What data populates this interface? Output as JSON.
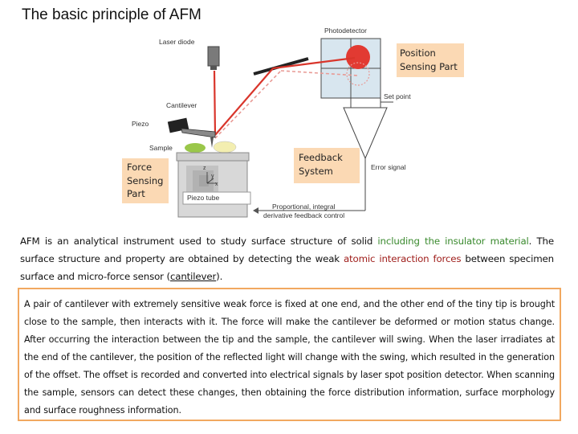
{
  "title": "The basic principle of AFM",
  "labels": {
    "position_sensing": "Position Sensing Part",
    "feedback_system": "Feedback System",
    "force_sensing": "Force Sensing Part"
  },
  "diagram_labels": {
    "photodetector": "Photodetector",
    "laser_diode": "Laser diode",
    "set_point": "Set point",
    "cantilever": "Cantilever",
    "piezo": "Piezo",
    "sample": "Sample",
    "error_signal": "Error signal",
    "piezo_tube": "Piezo tube",
    "feedback_control_line1": "Proportional, integral",
    "feedback_control_line2": "derivative feedback control",
    "axis_z": "z",
    "axis_y": "y",
    "axis_x": "x"
  },
  "paragraph1": {
    "part1": "AFM is an analytical instrument used to study surface structure of solid ",
    "green": "including the insulator material",
    "part2": ". The surface structure and property are obtained by detecting the weak ",
    "red": "atomic interaction forces",
    "part3": " between specimen surface and micro-force sensor (",
    "underline": "cantilever",
    "part4": ")."
  },
  "paragraph2": "A pair of cantilever with extremely sensitive weak force is fixed at one end, and the other end of the tiny tip is brought close to the sample, then interacts with it. The force will make the cantilever be deformed or motion status change. After occurring the interaction between the tip and the sample, the cantilever will swing. When the laser irradiates at the end of the cantilever, the position of the reflected light will change with the swing, which resulted in the generation of the offset. The offset is recorded and converted into electrical signals by laser spot position detector. When scanning the sample, sensors can detect these changes, then obtaining the force distribution information, surface morphology and surface roughness information.",
  "colors": {
    "label_bg": "#fbd9b4",
    "laser": "#d9352b",
    "frame": "#f1a860",
    "green_text": "#3a8a2e",
    "red_text": "#a0201d"
  }
}
